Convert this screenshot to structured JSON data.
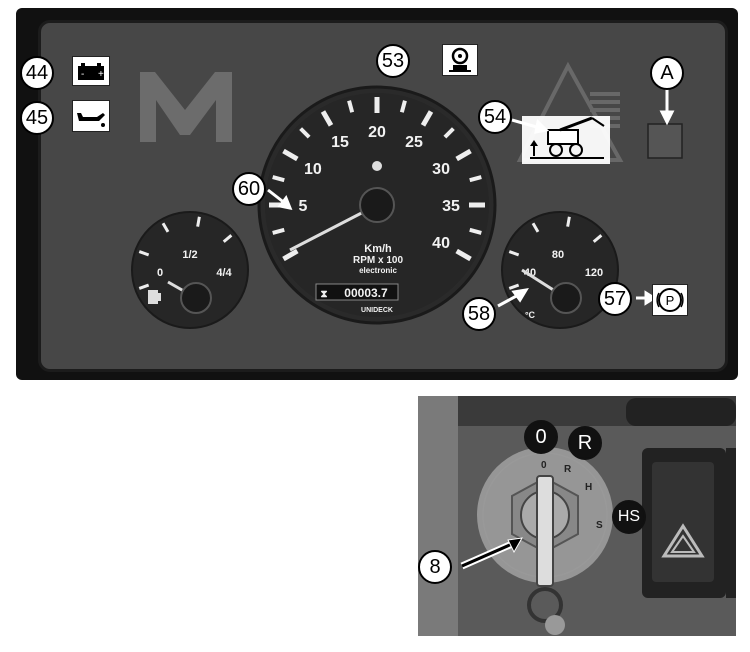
{
  "callouts": {
    "c44": "44",
    "c45": "45",
    "c53": "53",
    "c54": "54",
    "cA": "A",
    "c60": "60",
    "c58": "58",
    "c57": "57",
    "c8": "8",
    "c0": "0",
    "cR": "R",
    "cHS": "HS"
  },
  "speedometer": {
    "scale": [
      "5",
      "10",
      "15",
      "20",
      "25",
      "30",
      "35",
      "40"
    ],
    "unit_line1": "Km/h",
    "unit_line2": "RPM x 100",
    "unit_line3": "electronic",
    "hour_meter": "00003.7",
    "brand": "UNIDECK"
  },
  "fuel_gauge": {
    "labels": [
      "0",
      "1/2",
      "4/4"
    ]
  },
  "temp_gauge": {
    "labels": [
      "40",
      "80",
      "120"
    ],
    "unit": "°C"
  },
  "ignition": {
    "positions": [
      "0",
      "R",
      "H",
      "S"
    ]
  },
  "icons": {
    "battery": "battery-icon",
    "oil": "oil-can-icon",
    "filter": "filter-icon",
    "machine": "telehandler-icon",
    "parking": "P",
    "hazard": "hazard-triangle-icon"
  },
  "colors": {
    "panel": "#474747",
    "bezel": "#111111",
    "gauge_face": "#222222"
  }
}
